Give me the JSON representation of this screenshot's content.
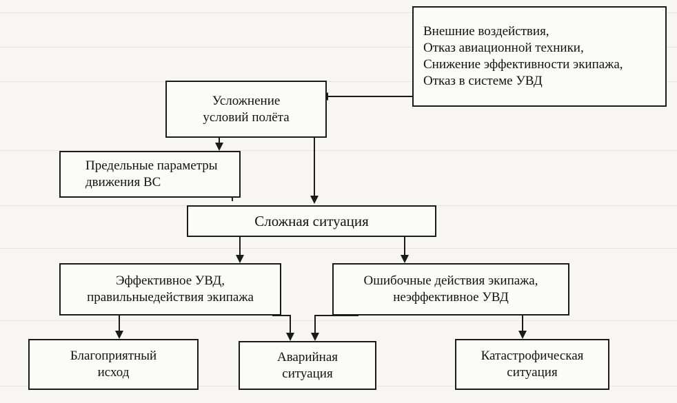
{
  "nodes": {
    "external": [
      "Внешние  воздействия,",
      "Отказ авиационной техники,",
      "Снижение эффективности экипажа,",
      "Отказ в системе УВД"
    ],
    "complication": [
      "Усложнение",
      "условий полёта"
    ],
    "limits": [
      "Предельные параметры",
      "движения ВС"
    ],
    "complex": [
      "Сложная ситуация"
    ],
    "effective": [
      "Эффективное УВД,",
      "правильныедействия экипажа"
    ],
    "errors": [
      "Ошибочные действия экипажа,",
      "неэффективное УВД"
    ],
    "favorable": [
      "Благоприятный",
      "исход"
    ],
    "emergency": [
      "Аварийная",
      "ситуация"
    ],
    "catastrophic": [
      "Катастрофическая",
      "ситуация"
    ]
  }
}
